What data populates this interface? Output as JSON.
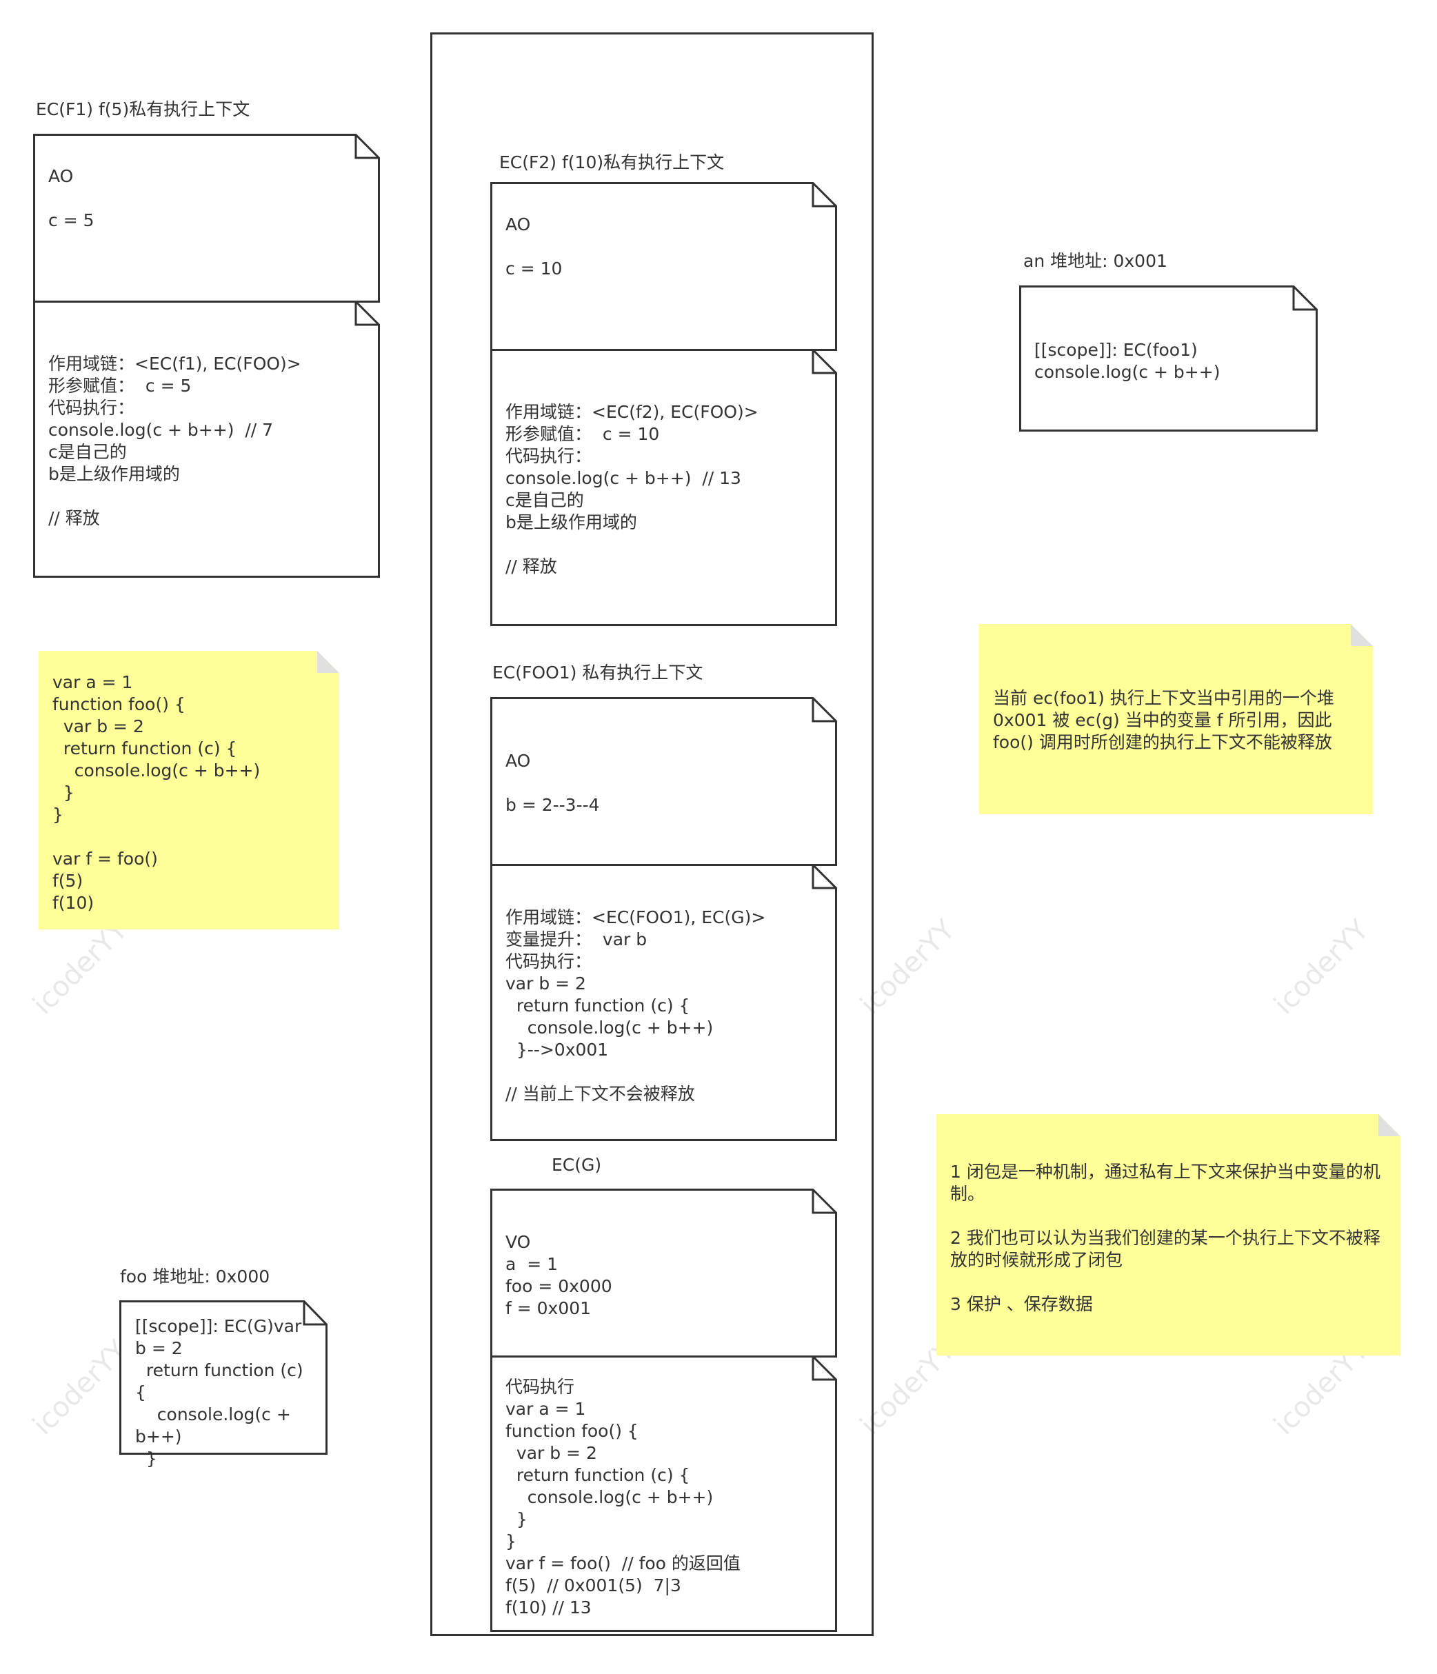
{
  "watermark_text": "icoderYY",
  "ec_f1": {
    "title": "EC(F1)  f(5)私有执行上下文",
    "top": "AO\n\nc = 5",
    "bottom": "作用域链：<EC(f1), EC(FOO)>\n形参赋值：  c = 5\n代码执行：\nconsole.log(c + b++)  // 7\nc是自己的\nb是上级作用域的\n\n// 释放"
  },
  "ec_f2": {
    "title": "EC(F2)  f(10)私有执行上下文",
    "top": "AO\n\nc = 10",
    "bottom": "作用域链：<EC(f2), EC(FOO)>\n形参赋值：  c = 10\n代码执行：\nconsole.log(c + b++)  // 13\nc是自己的\nb是上级作用域的\n\n// 释放"
  },
  "ec_foo1": {
    "title": "EC(FOO1)  私有执行上下文",
    "top": "AO\n\nb = 2--3--4",
    "bottom": "作用域链：<EC(FOO1), EC(G)>\n变量提升：  var b\n代码执行：\nvar b = 2\n  return function (c) {\n    console.log(c + b++)\n  }-->0x001\n\n// 当前上下文不会被释放"
  },
  "ec_g": {
    "title": "EC(G)",
    "top": "VO\na  = 1\nfoo = 0x000\nf = 0x001",
    "bottom": "代码执行\nvar a = 1\nfunction foo() {\n  var b = 2\n  return function (c) {\n    console.log(c + b++)\n  }\n}\nvar f = foo()  // foo 的返回值\nf(5)  // 0x001(5)  7|3\nf(10) // 13"
  },
  "heap_an": {
    "title": "an 堆地址: 0x001",
    "body": "[[scope]]: EC(foo1)\nconsole.log(c + b++)"
  },
  "heap_foo": {
    "title": "foo 堆地址: 0x000",
    "body": "[[scope]]: EC(G)var b = 2\n  return function (c) {\n    console.log(c + b++)\n  }"
  },
  "sticky_code": "var a = 1\nfunction foo() {\n  var b = 2\n  return function (c) {\n    console.log(c + b++)\n  }\n}\n\nvar f = foo()\nf(5)\nf(10)",
  "sticky_note1": "当前 ec(foo1) 执行上下文当中引用的一个堆 0x001 被 ec(g) 当中的变量 f 所引用，因此 foo() 调用时所创建的执行上下文不能被释放",
  "sticky_note2": "1 闭包是一种机制，通过私有上下文来保护当中变量的机制。\n\n2 我们也可以认为当我们创建的某一个执行上下文不被释放的时候就形成了闭包\n\n3 保护 、保存数据"
}
